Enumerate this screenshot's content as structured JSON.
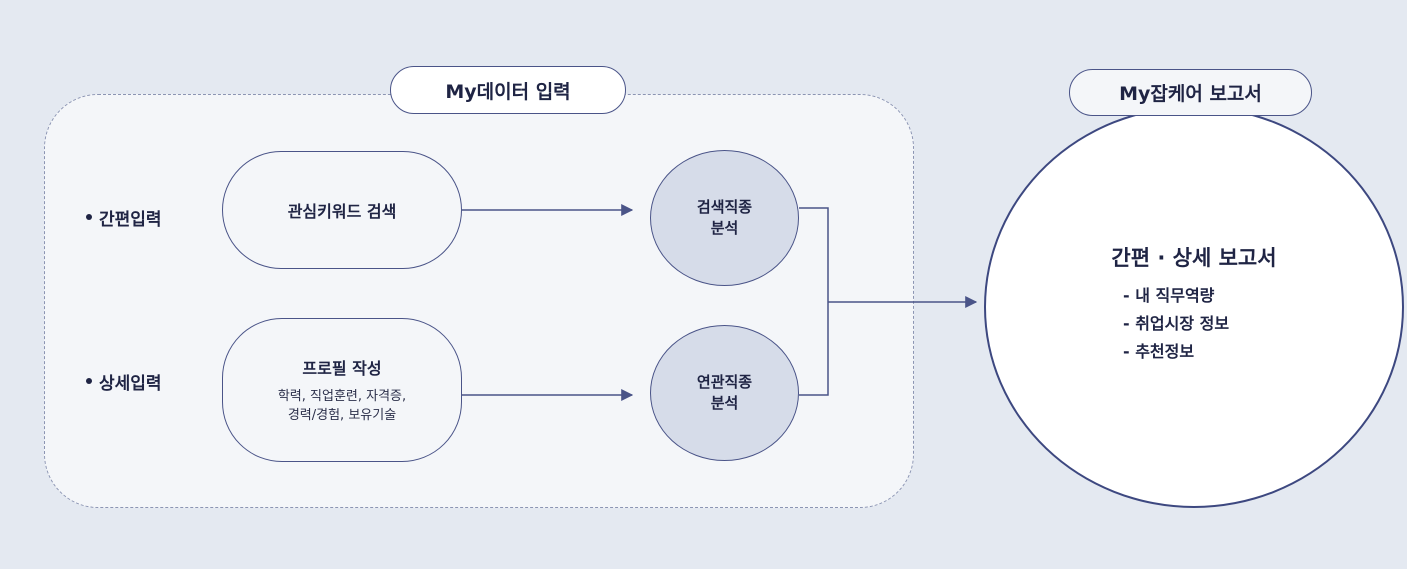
{
  "input_section": {
    "title": "My데이터 입력"
  },
  "rows": [
    {
      "label": "간편입력",
      "box_title": "관심키워드 검색",
      "box_detail": [],
      "analysis": "검색직종\n분석"
    },
    {
      "label": "상세입력",
      "box_title": "프로필 작성",
      "box_detail": [
        "학력, 직업훈련, 자격증,",
        "경력/경험, 보유기술"
      ],
      "analysis": "연관직종\n분석"
    }
  ],
  "report": {
    "header": "My잡케어 보고서",
    "title": "간편 · 상세 보고서",
    "items": [
      "- 내 직무역량",
      "- 취업시장 정보",
      "- 추천정보"
    ]
  },
  "colors": {
    "background": "#e4e9f1",
    "stroke": "#4a5488",
    "analysis_fill": "#d6dce9",
    "panel": "#f4f6f9"
  }
}
